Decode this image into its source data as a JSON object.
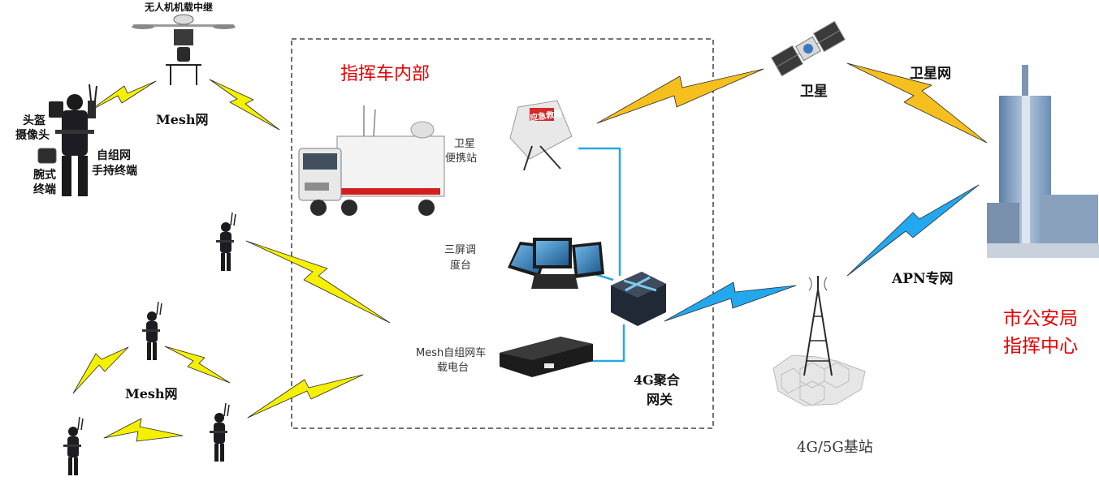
{
  "labels": {
    "drone": "无人机机载中继",
    "mesh_top": "Mesh网",
    "helmet_cam_1": "头盔",
    "helmet_cam_2": "摄像头",
    "adhoc_handheld_1": "自组网",
    "adhoc_handheld_2": "手持终端",
    "wrist_1": "腕式",
    "wrist_2": "终端",
    "vehicle_inside": "指挥车内部",
    "sat_portable_1": "卫星",
    "sat_portable_2": "便携站",
    "three_screen_1": "三屏调",
    "three_screen_2": "度台",
    "mesh_radio_1": "Mesh自组网车",
    "mesh_radio_2": "载电台",
    "gateway_1": "4G聚合",
    "gateway_2": "网关",
    "satellite": "卫星",
    "sat_net": "卫星网",
    "apn": "APN专网",
    "base_station": "4G/5G基站",
    "center_1": "市公安局",
    "center_2": "指挥中心",
    "sat_sign": "应急救援"
  },
  "colors": {
    "bolt_yellow": "#f5f000",
    "bolt_gold": "#f5bf1e",
    "bolt_blue": "#22a8ee",
    "cable": "#29a8e0",
    "title_red": "#e60000"
  }
}
